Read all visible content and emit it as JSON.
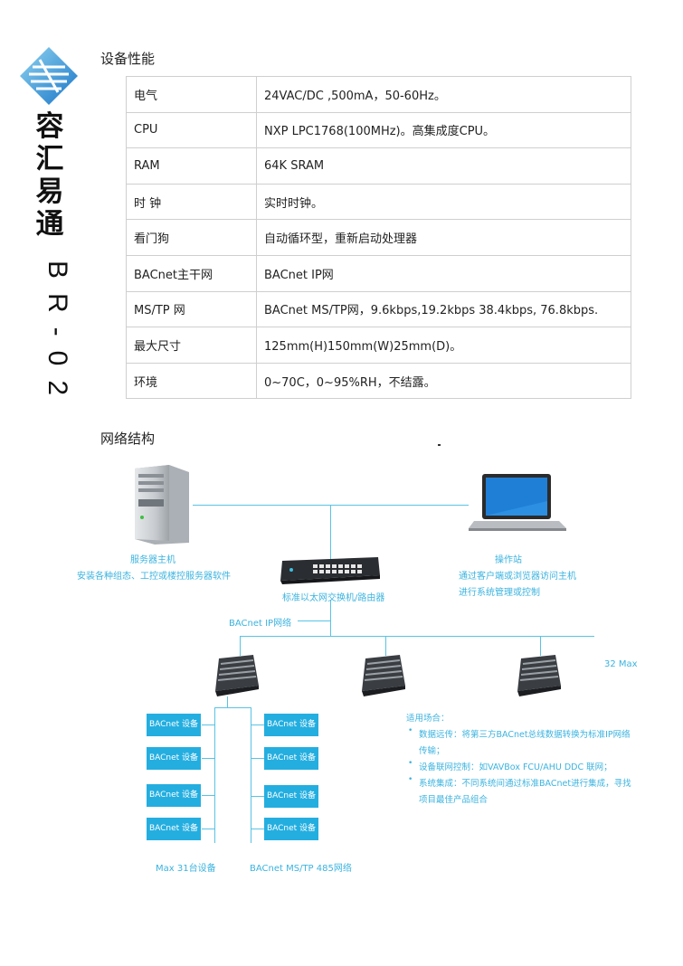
{
  "sidebar": {
    "brand_name": "容汇易通",
    "model_code": "BR-02"
  },
  "spec_section": {
    "title": "设备性能",
    "rows": [
      {
        "key": "电气",
        "value": "24VAC/DC ,500mA，50-60Hz。"
      },
      {
        "key": "CPU",
        "value": "NXP LPC1768(100MHz)。高集成度CPU。"
      },
      {
        "key": "RAM",
        "value": "64K SRAM"
      },
      {
        "key": "时  钟",
        "value": "实时时钟。"
      },
      {
        "key": "看门狗",
        "value": "自动循环型，重新启动处理器"
      },
      {
        "key": "BACnet主干网",
        "value": "BACnet IP网"
      },
      {
        "key": "MS/TP 网",
        "value": "BACnet MS/TP网，9.6kbps,19.2kbps 38.4kbps, 76.8kbps."
      },
      {
        "key": "最大尺寸",
        "value": "125mm(H)150mm(W)25mm(D)。"
      },
      {
        "key": "环境",
        "value": "0~70C，0~95%RH，不结露。"
      }
    ]
  },
  "network_section": {
    "title": "网络结构",
    "server": {
      "label": "服务器主机",
      "desc": "安装各种组态、工控或楼控服务器软件"
    },
    "switch": {
      "label": "标准以太网交换机/路由器"
    },
    "workstation": {
      "label": "操作站",
      "desc1": "通过客户端或浏览器访问主机",
      "desc2": "进行系统管理或控制"
    },
    "ip_network_label": "BACnet  IP网络",
    "max_gateways": "32  Max",
    "device_label": "BACnet 设备",
    "max_devices": "Max 31台设备",
    "mstp_label": "BACnet MS/TP 485网络",
    "applications": {
      "title": "适用场合：",
      "items": [
        {
          "line1": "数据远传：将第三方BACnet总线数据转换为标准IP网络",
          "line2": "传输；"
        },
        {
          "line1": "设备联网控制：如VAVBox  FCU/AHU DDC 联网；",
          "line2": ""
        },
        {
          "line1": "系统集成：不同系统间通过标准BACnet进行集成，寻找",
          "line2": "项目最佳产品组合"
        }
      ]
    }
  },
  "colors": {
    "accent": "#24aee0",
    "line": "#59c3e3",
    "text": "#222222"
  }
}
